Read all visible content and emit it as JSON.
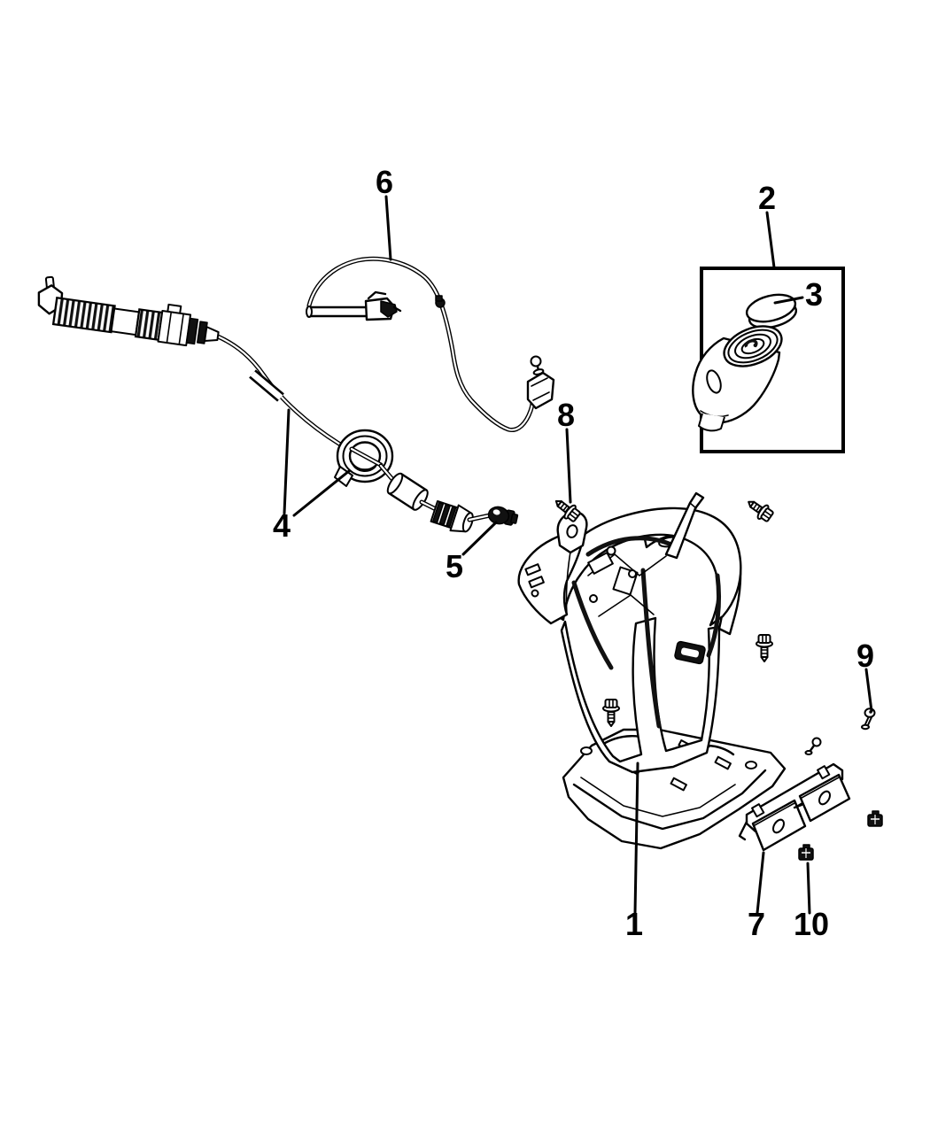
{
  "diagram": {
    "background": "#ffffff",
    "line_color": "#000000",
    "callouts": [
      {
        "number": "1"
      },
      {
        "number": "2"
      },
      {
        "number": "3"
      },
      {
        "number": "4"
      },
      {
        "number": "5"
      },
      {
        "number": "6"
      },
      {
        "number": "7"
      },
      {
        "number": "8"
      },
      {
        "number": "9"
      },
      {
        "number": "10"
      }
    ]
  }
}
